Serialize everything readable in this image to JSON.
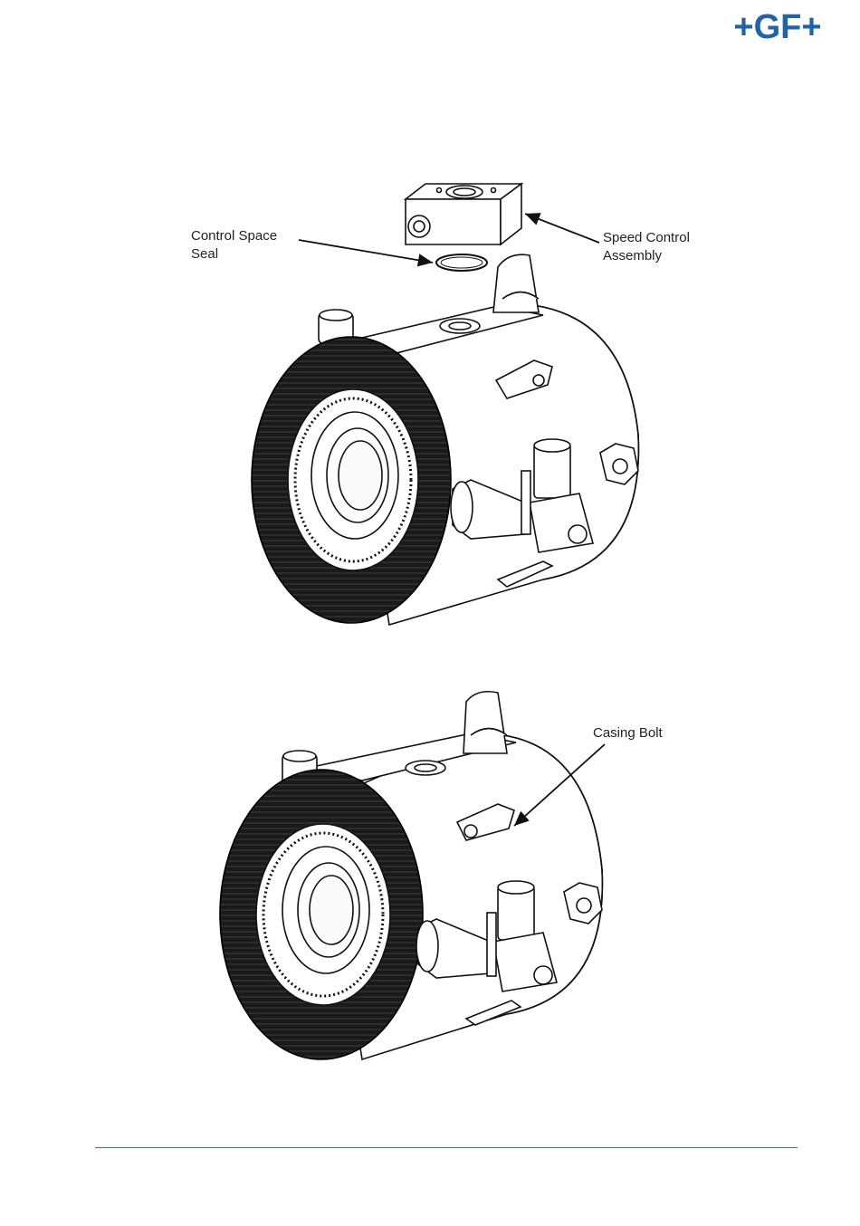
{
  "header": {
    "logo_text": "+GF+",
    "brand_color": "#1f63ad"
  },
  "figure_top": {
    "callouts": [
      {
        "id": "control-space-seal",
        "line1": "Control Space",
        "line2": "Seal"
      },
      {
        "id": "speed-control-assembly",
        "line1": "Speed Control",
        "line2": "Assembly"
      }
    ]
  },
  "figure_bottom": {
    "callouts": [
      {
        "id": "casing-bolt",
        "line1": "Casing Bolt"
      }
    ]
  },
  "footer": {
    "rule_color": "#2e7d79"
  }
}
